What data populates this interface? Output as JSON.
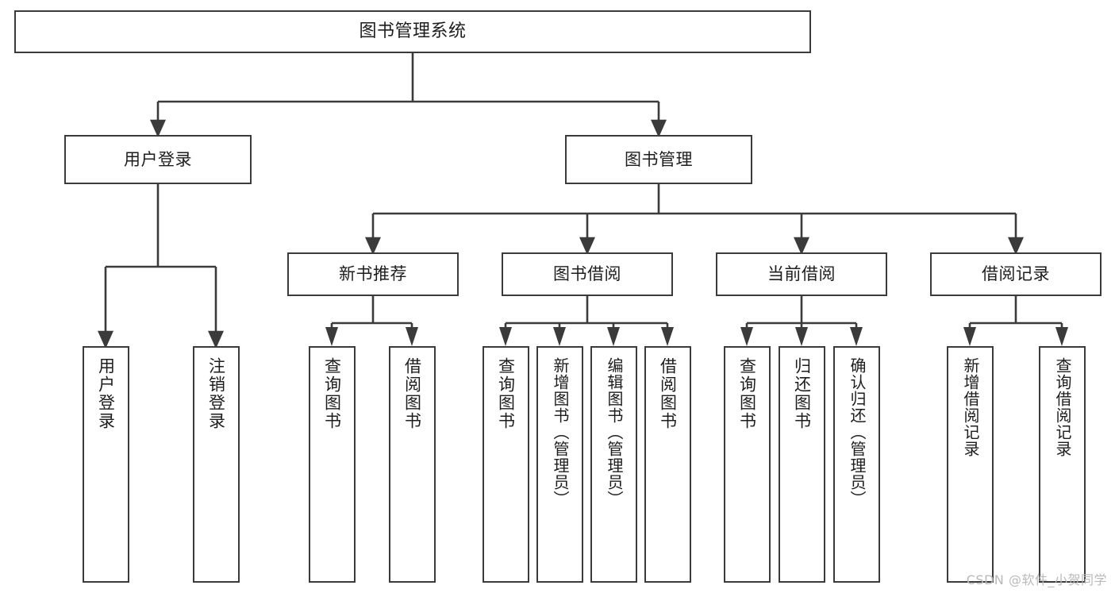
{
  "diagram": {
    "title": "图书管理系统",
    "watermark": "CSDN @软件_小贺同学",
    "stroke_color": "#3b3b3b",
    "fill_color": "#ffffff",
    "text_color": "#1d1d1d",
    "levels": {
      "root": {
        "label": "图书管理系统"
      },
      "level2": [
        {
          "label": "用户登录"
        },
        {
          "label": "图书管理"
        }
      ],
      "level3": [
        {
          "label": "新书推荐"
        },
        {
          "label": "图书借阅"
        },
        {
          "label": "当前借阅"
        },
        {
          "label": "借阅记录"
        }
      ],
      "leaves": {
        "user_login": [
          {
            "label": "用户登录"
          },
          {
            "label": "注销登录"
          }
        ],
        "new_book_recommend": [
          {
            "label": "查询图书"
          },
          {
            "label": "借阅图书"
          }
        ],
        "book_borrow": [
          {
            "label": "查询图书"
          },
          {
            "label": "新增图书（管理员）"
          },
          {
            "label": "编辑图书（管理员）"
          },
          {
            "label": "借阅图书"
          }
        ],
        "current_borrow": [
          {
            "label": "查询图书"
          },
          {
            "label": "归还图书"
          },
          {
            "label": "确认归还（管理员）"
          }
        ],
        "borrow_record": [
          {
            "label": "新增借阅记录"
          },
          {
            "label": "查询借阅记录"
          }
        ]
      }
    }
  }
}
